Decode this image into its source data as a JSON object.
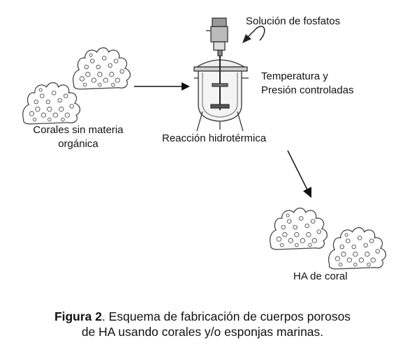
{
  "diagram": {
    "labels": {
      "phosphate_solution": "Solución de fosfatos",
      "temp_pressure_line1": "Temperatura  y",
      "temp_pressure_line2": "Presión controladas",
      "corals_line1": "Corales sin materia",
      "corals_line2": "orgánica",
      "reaction": "Reacción hidrotérmica",
      "ha_coral": "HA de coral"
    }
  },
  "caption": {
    "figure_label": "Figura 2",
    "text_line1": ". Esquema de fabricación de cuerpos porosos",
    "text_line2": "de HA usando corales y/o esponjas marinas."
  }
}
